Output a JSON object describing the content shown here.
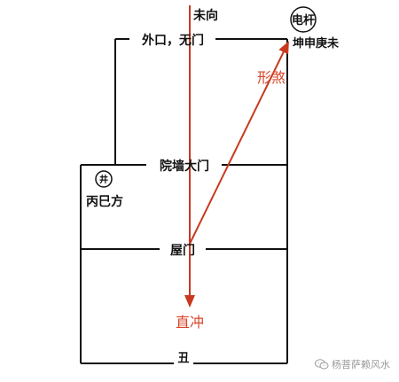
{
  "labels": {
    "wei_direction": "未向",
    "outer_opening": "外口，无门",
    "pole": "电杆",
    "kun_shen": "坤申庚未",
    "shape_sha": "形煞",
    "yard_gate": "院墙大门",
    "well": "井",
    "bing_si": "丙巳方",
    "house_door": "屋门",
    "direct_rush": "直冲",
    "chou": "丑"
  },
  "watermark": "杨菩萨赖风水",
  "colors": {
    "line": "#111111",
    "arrow": "#c8391f",
    "accent_text": "#d9452b",
    "watermark": "#9a9a9a"
  }
}
